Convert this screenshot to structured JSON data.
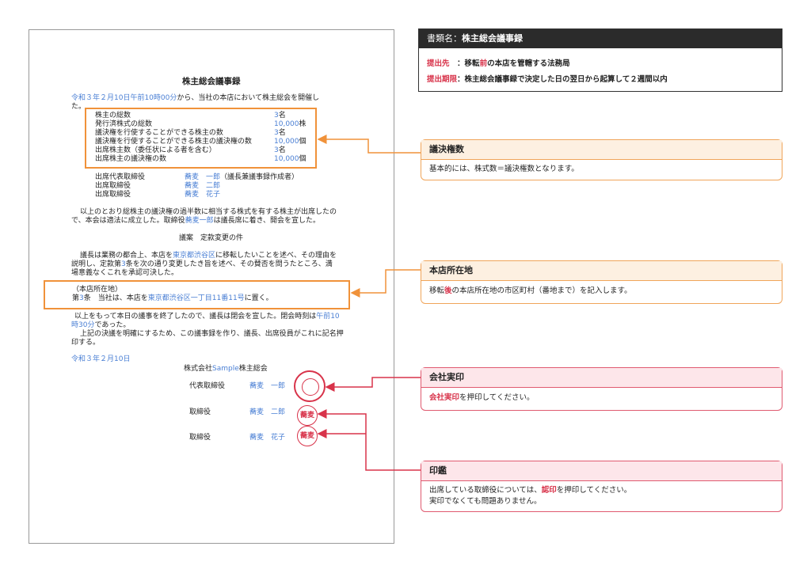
{
  "document": {
    "title": "株主総会議事録",
    "intro_date": "令和３年２月10日午前10時00分",
    "intro_rest": "から、当社の本店において株主総会を開催し",
    "intro_line2": "た。",
    "stats": [
      {
        "label": "株主の総数",
        "value": "3",
        "unit": "名"
      },
      {
        "label": "発行済株式の総数",
        "value": "10,000",
        "unit": "株"
      },
      {
        "label": "議決権を行使することができる株主の数",
        "value": "3",
        "unit": "名"
      },
      {
        "label": "議決権を行使することができる株主の議決権の数",
        "value": "10,000",
        "unit": "個"
      },
      {
        "label": "出席株主数（委任状による者を含む）",
        "value": "3",
        "unit": "名"
      },
      {
        "label": "出席株主の議決権の数",
        "value": "10,000",
        "unit": "個"
      }
    ],
    "officers": [
      {
        "role": "出席代表取締役",
        "name": "蕎麦　一郎",
        "note": "（議長兼議事録作成者）"
      },
      {
        "role": "出席取締役",
        "name": "蕎麦　二郎",
        "note": ""
      },
      {
        "role": "出席取締役",
        "name": "蕎麦　花子",
        "note": ""
      }
    ],
    "para1_line1": "以上のとおり総株主の議決権の過半数に相当する株式を有する株主が出席したの",
    "para1_line2a": "で、本会は適法に成立した。取締役",
    "para1_name": "蕎麦一郎",
    "para1_line2b": "は議長席に着き、開会を宣した。",
    "agenda": "議案　定款変更の件",
    "para2_line1a": "議長は業務の都合上、本店を",
    "para2_place": "東京都渋谷区",
    "para2_line1b": "に移転したいことを述べ、その理由を",
    "para2_line2a": "説明し、定款第",
    "para2_num": "3",
    "para2_line2b": "条を次の通り変更したき旨を述べ、その賛否を問うたところ、満",
    "para2_line3": "場意義なくこれを承認可決した。",
    "article_heading": "（本店所在地）",
    "article_a": "第",
    "article_num": "3",
    "article_b": "条　当社は、本店を",
    "article_addr": "東京都渋谷区一丁目11番11号",
    "article_c": "に置く。",
    "closing1a": "以上をもって本日の議事を終了したので、議長は閉会を宣した。閉会時刻は",
    "closing1_time1": "午前10",
    "closing1_time2": "時30分",
    "closing1b": "であった。",
    "closing2_line1": "上記の決議を明確にするため、この議事録を作り、議長、出席役員がこれに記名押",
    "closing2_line2": "印する。",
    "sign_date": "令和３年２月10日",
    "company_a": "株式会社",
    "company_name": "Sample",
    "company_b": "株主総会",
    "signatories": [
      {
        "role": "代表取締役",
        "name": "蕎麦　一郎"
      },
      {
        "role": "取締役",
        "name": "蕎麦　二郎"
      },
      {
        "role": "取締役",
        "name": "蕎麦　花子"
      }
    ],
    "seals": {
      "small": "蕎麦"
    }
  },
  "info": {
    "doc_type_label": "書類名：",
    "doc_type_value": "株主総会議事録",
    "dest_label": "提出先",
    "dest_sep": "：",
    "dest_a": "移転",
    "dest_red": "前",
    "dest_b": "の本店を管轄する法務局",
    "deadline_label": "提出期限",
    "deadline_sep": "：",
    "deadline_value": "株主総会議事録で決定した日の翌日から起算して２週間以内"
  },
  "callouts": [
    {
      "title": "議決権数",
      "body": "基本的には、株式数＝議決権数となります。"
    },
    {
      "title": "本店所在地",
      "body_a": "移転",
      "body_red": "後",
      "body_b": "の本店所在地の市区町村（番地まで）を記入します。"
    },
    {
      "title": "会社実印",
      "body_red": "会社実印",
      "body_b": "を押印してください。"
    },
    {
      "title": "印鑑",
      "body_a": "出席している取締役については、",
      "body_red": "認印",
      "body_b": "を押印してください。",
      "body_line2": "実印でなくても問題ありません。"
    }
  ],
  "colors": {
    "accent_orange": "#f0923a",
    "accent_red": "#d8334a",
    "link_blue": "#4a7fd4",
    "header_dark": "#2b2b2b"
  }
}
